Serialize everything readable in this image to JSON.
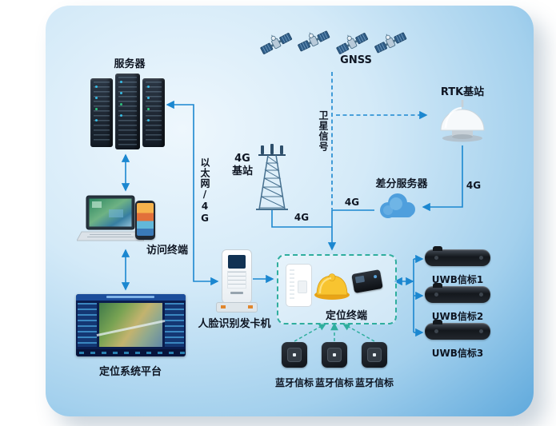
{
  "colors": {
    "line_blue": "#1b87d0",
    "dash_teal": "#2fae9e",
    "card_blue": "#5fa9dc",
    "helmet_yellow": "#f7c42e"
  },
  "nodes": {
    "server": {
      "label": "服务器"
    },
    "gnss": {
      "label": "GNSS"
    },
    "rtk_station": {
      "label": "RTK基站"
    },
    "satellite_signal": {
      "label": "卫星信号"
    },
    "g4_station": {
      "label": "4G基站"
    },
    "ethernet_4g": {
      "label": "以太网/4G"
    },
    "diff_server": {
      "label": "差分服务器"
    },
    "access_terminal": {
      "label": "访问终端"
    },
    "face_kiosk": {
      "label": "人脸识别发卡机"
    },
    "positioning_terminal": {
      "label": "定位终端"
    },
    "platform": {
      "label": "定位系统平台"
    },
    "uwb1": {
      "label": "UWB信标1"
    },
    "uwb2": {
      "label": "UWB信标2"
    },
    "uwb3": {
      "label": "UWB信标3"
    },
    "bluetooth": {
      "label": "蓝牙信标"
    }
  },
  "edges": {
    "fourg": "4G"
  }
}
